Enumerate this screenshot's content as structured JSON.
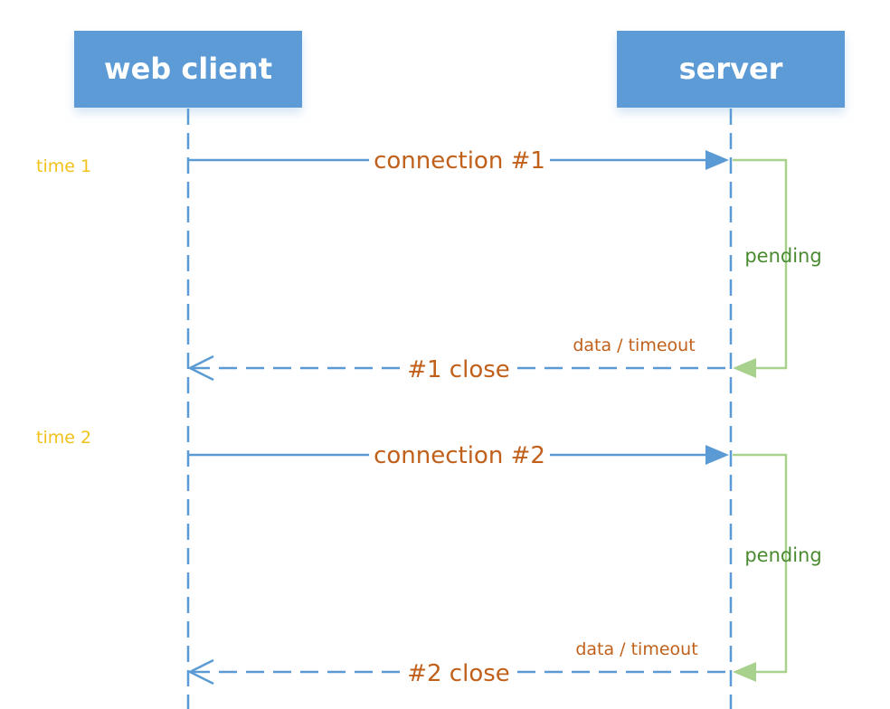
{
  "actors": {
    "client": "web client",
    "server": "server"
  },
  "phases": [
    {
      "time": "time 1",
      "request": "connection #1",
      "pending": "pending",
      "response_note": "data / timeout",
      "close": "#1 close"
    },
    {
      "time": "time 2",
      "request": "connection #2",
      "pending": "pending",
      "response_note": "data / timeout",
      "close": "#2 close"
    }
  ],
  "colors": {
    "actor_box": "#5b9bd5",
    "lifeline": "#5b9bd5",
    "message": "#c0601a",
    "pending": "#a9d18e",
    "pending_text": "#4a8a30",
    "time": "#f2c21b"
  }
}
